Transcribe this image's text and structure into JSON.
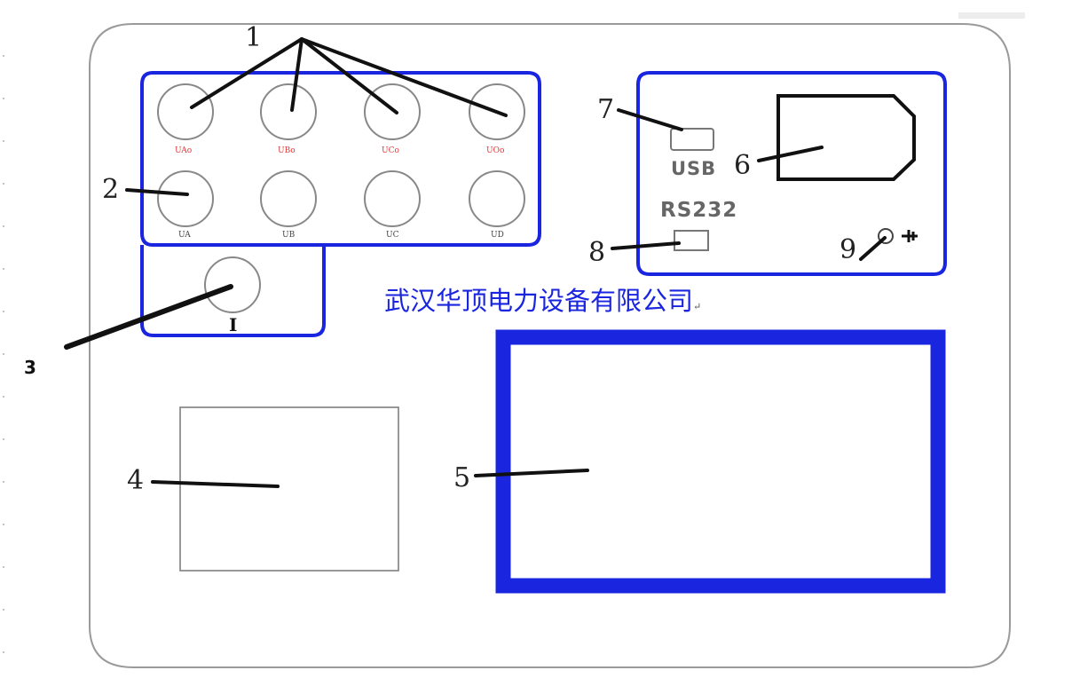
{
  "callouts": {
    "c1": "1",
    "c2": "2",
    "c3": "3",
    "c4": "4",
    "c5": "5",
    "c6": "6",
    "c7": "7",
    "c8": "8",
    "c9": "9"
  },
  "jacks": {
    "top": [
      "UAo",
      "UBo",
      "UCo",
      "UOo"
    ],
    "bottom": [
      "UA",
      "UB",
      "UC",
      "UD"
    ],
    "current": "I"
  },
  "ports": {
    "usb": "USB",
    "rs232": "RS232"
  },
  "company": "武汉华顶电力设备有限公司",
  "para_mark": "↵",
  "margin_mark": "ˬ",
  "colors": {
    "outline": "#1a25e0",
    "label_red": "#e03a3a",
    "panel_border": "#9a9a9a",
    "ink": "#111111"
  }
}
